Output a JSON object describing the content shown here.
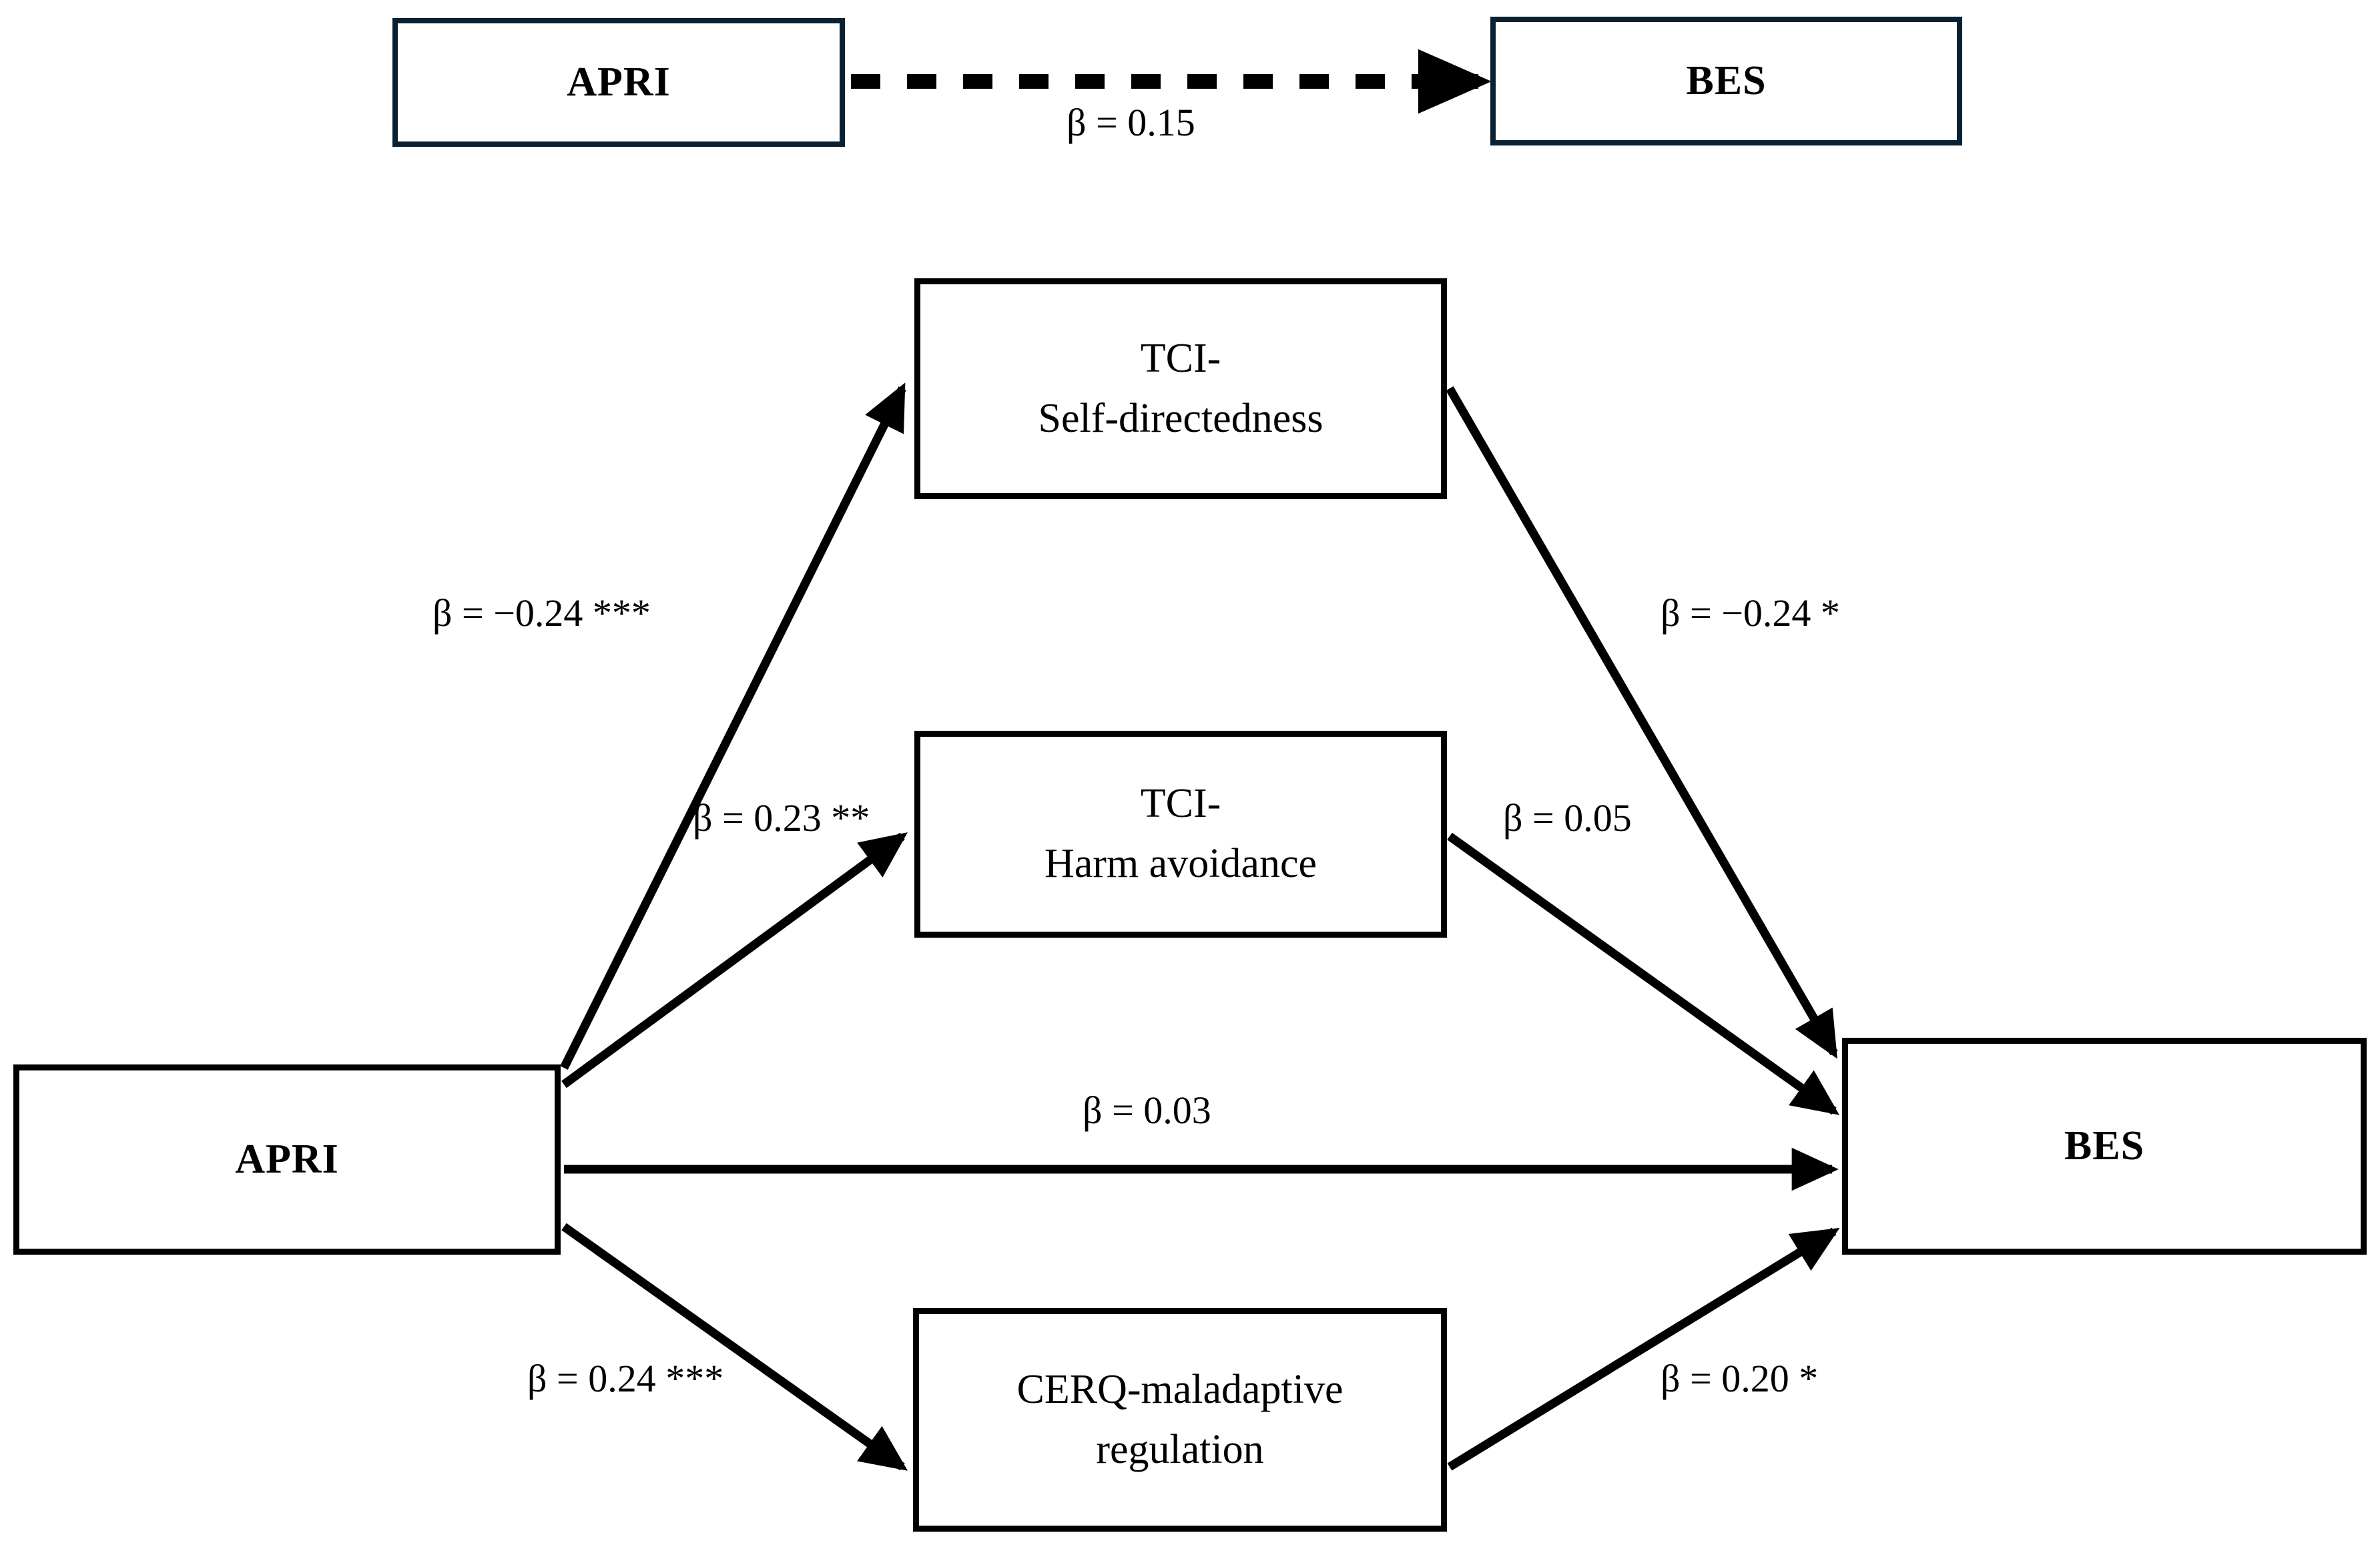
{
  "figure": {
    "type": "path-diagram",
    "description": "Mediation path diagram: APRI predicting BES via TCI and CERQ mediators"
  },
  "top_model": {
    "source": {
      "label": "APRI",
      "border_color": "#0a2133"
    },
    "target": {
      "label": "BES",
      "border_color": "#0a2133"
    },
    "path": {
      "label": "β = 0.15",
      "style": "dashed",
      "arrow": "single"
    }
  },
  "mediation_model": {
    "predictor": {
      "label": "APRI",
      "border_color": "#000000"
    },
    "outcome": {
      "label": "BES",
      "border_color": "#000000"
    },
    "mediators": [
      {
        "id": "tci-self-directedness",
        "line1": "TCI-",
        "line2": "Self-directedness",
        "a_path": "β = −0.24 ***",
        "b_path": "β = −0.24 *"
      },
      {
        "id": "tci-harm-avoidance",
        "line1": "TCI-",
        "line2": "Harm avoidance",
        "a_path": "β = 0.23 **",
        "b_path": "β = 0.05"
      },
      {
        "id": "cerq-maladaptive-regulation",
        "line1": "CERQ-maladaptive",
        "line2": "regulation",
        "a_path": "β = 0.24 ***",
        "b_path": "β = 0.20 *"
      }
    ],
    "direct_path": {
      "label": "β = 0.03"
    }
  },
  "colors": {
    "navy": "#0a2133",
    "black": "#000000",
    "background": "#ffffff"
  }
}
